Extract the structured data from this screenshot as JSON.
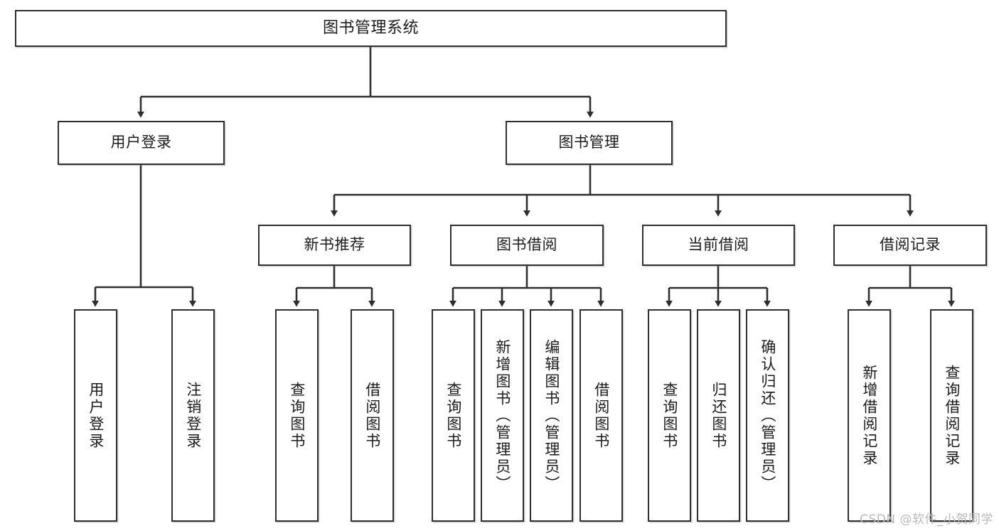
{
  "diagram": {
    "title": "图书管理系统",
    "type": "tree-hierarchy",
    "orientation": "top-down",
    "colors": {
      "node_border": "#2f2f2f",
      "node_fill": "#ffffff",
      "edge": "#2f2f2f",
      "text": "#1b1b1b",
      "watermark": "#b9b9b9"
    }
  },
  "nodes": {
    "root": {
      "label": "图书管理系统"
    },
    "level2": [
      {
        "id": "user-login",
        "label": "用户登录"
      },
      {
        "id": "book-management",
        "label": "图书管理"
      }
    ],
    "level3": [
      {
        "id": "new-book-recommend",
        "label": "新书推荐"
      },
      {
        "id": "book-borrow",
        "label": "图书借阅"
      },
      {
        "id": "current-borrow",
        "label": "当前借阅"
      },
      {
        "id": "borrow-record",
        "label": "借阅记录"
      }
    ],
    "leaves": {
      "user-login": [
        {
          "id": "leaf-user-login",
          "label": "用户登录"
        },
        {
          "id": "leaf-logout-login",
          "label": "注销登录"
        }
      ],
      "new-book-recommend": [
        {
          "id": "leaf-query-book-1",
          "label": "查询图书"
        },
        {
          "id": "leaf-borrow-book-1",
          "label": "借阅图书"
        }
      ],
      "book-borrow": [
        {
          "id": "leaf-query-book-2",
          "label": "查询图书"
        },
        {
          "id": "leaf-add-book",
          "label": "新增图书（管理员）"
        },
        {
          "id": "leaf-edit-book",
          "label": "编辑图书（管理员）"
        },
        {
          "id": "leaf-borrow-book-2",
          "label": "借阅图书"
        }
      ],
      "current-borrow": [
        {
          "id": "leaf-query-book-3",
          "label": "查询图书"
        },
        {
          "id": "leaf-return-book",
          "label": "归还图书"
        },
        {
          "id": "leaf-confirm-return",
          "label": "确认归还（管理员）"
        }
      ],
      "borrow-record": [
        {
          "id": "leaf-add-record",
          "label": "新增借阅记录"
        },
        {
          "id": "leaf-query-record",
          "label": "查询借阅记录"
        }
      ]
    }
  },
  "watermark": {
    "text": "CSDN @软件_小贺同学"
  }
}
